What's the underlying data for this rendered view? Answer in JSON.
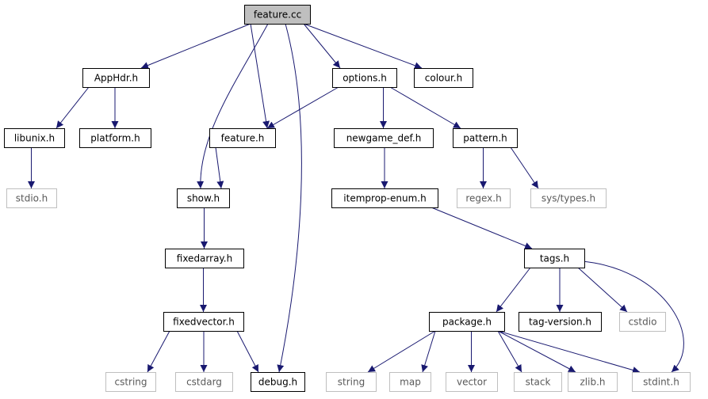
{
  "colors": {
    "edge": "#191970",
    "box_border_normal": "#000000",
    "box_border_external": "#bfbfbf",
    "text_normal": "#000000",
    "text_external": "#595959",
    "root_fill": "#bfbfbf",
    "node_fill": "#ffffff"
  },
  "nodes": [
    {
      "id": "feature_cc",
      "label": "feature.cc",
      "kind": "root"
    },
    {
      "id": "apphdr_h",
      "label": "AppHdr.h",
      "kind": "normal"
    },
    {
      "id": "options_h",
      "label": "options.h",
      "kind": "normal"
    },
    {
      "id": "colour_h",
      "label": "colour.h",
      "kind": "normal"
    },
    {
      "id": "libunix_h",
      "label": "libunix.h",
      "kind": "normal"
    },
    {
      "id": "platform_h",
      "label": "platform.h",
      "kind": "normal"
    },
    {
      "id": "feature_h",
      "label": "feature.h",
      "kind": "normal"
    },
    {
      "id": "newgame_def_h",
      "label": "newgame_def.h",
      "kind": "normal"
    },
    {
      "id": "pattern_h",
      "label": "pattern.h",
      "kind": "normal"
    },
    {
      "id": "stdio_h",
      "label": "stdio.h",
      "kind": "external"
    },
    {
      "id": "show_h",
      "label": "show.h",
      "kind": "normal"
    },
    {
      "id": "itemprop_enum_h",
      "label": "itemprop-enum.h",
      "kind": "normal"
    },
    {
      "id": "regex_h",
      "label": "regex.h",
      "kind": "external"
    },
    {
      "id": "sys_types_h",
      "label": "sys/types.h",
      "kind": "external"
    },
    {
      "id": "fixedarray_h",
      "label": "fixedarray.h",
      "kind": "normal"
    },
    {
      "id": "tags_h",
      "label": "tags.h",
      "kind": "normal"
    },
    {
      "id": "fixedvector_h",
      "label": "fixedvector.h",
      "kind": "normal"
    },
    {
      "id": "package_h",
      "label": "package.h",
      "kind": "normal"
    },
    {
      "id": "tag_version_h",
      "label": "tag-version.h",
      "kind": "normal"
    },
    {
      "id": "cstdio",
      "label": "cstdio",
      "kind": "external"
    },
    {
      "id": "cstring",
      "label": "cstring",
      "kind": "external"
    },
    {
      "id": "cstdarg",
      "label": "cstdarg",
      "kind": "external"
    },
    {
      "id": "debug_h",
      "label": "debug.h",
      "kind": "normal"
    },
    {
      "id": "string",
      "label": "string",
      "kind": "external"
    },
    {
      "id": "map",
      "label": "map",
      "kind": "external"
    },
    {
      "id": "vector",
      "label": "vector",
      "kind": "external"
    },
    {
      "id": "stack",
      "label": "stack",
      "kind": "external"
    },
    {
      "id": "zlib_h",
      "label": "zlib.h",
      "kind": "external"
    },
    {
      "id": "stdint_h",
      "label": "stdint.h",
      "kind": "external"
    }
  ],
  "edges": [
    {
      "from": "feature_cc",
      "to": "apphdr_h"
    },
    {
      "from": "feature_cc",
      "to": "show_h"
    },
    {
      "from": "feature_cc",
      "to": "feature_h"
    },
    {
      "from": "feature_cc",
      "to": "debug_h"
    },
    {
      "from": "feature_cc",
      "to": "options_h"
    },
    {
      "from": "feature_cc",
      "to": "colour_h"
    },
    {
      "from": "apphdr_h",
      "to": "libunix_h"
    },
    {
      "from": "apphdr_h",
      "to": "platform_h"
    },
    {
      "from": "libunix_h",
      "to": "stdio_h"
    },
    {
      "from": "options_h",
      "to": "feature_h"
    },
    {
      "from": "options_h",
      "to": "newgame_def_h"
    },
    {
      "from": "options_h",
      "to": "pattern_h"
    },
    {
      "from": "feature_h",
      "to": "show_h"
    },
    {
      "from": "newgame_def_h",
      "to": "itemprop_enum_h"
    },
    {
      "from": "pattern_h",
      "to": "regex_h"
    },
    {
      "from": "pattern_h",
      "to": "sys_types_h"
    },
    {
      "from": "show_h",
      "to": "fixedarray_h"
    },
    {
      "from": "fixedarray_h",
      "to": "fixedvector_h"
    },
    {
      "from": "itemprop_enum_h",
      "to": "tags_h"
    },
    {
      "from": "tags_h",
      "to": "package_h"
    },
    {
      "from": "tags_h",
      "to": "tag_version_h"
    },
    {
      "from": "tags_h",
      "to": "cstdio"
    },
    {
      "from": "tags_h",
      "to": "stdint_h"
    },
    {
      "from": "fixedvector_h",
      "to": "cstring"
    },
    {
      "from": "fixedvector_h",
      "to": "cstdarg"
    },
    {
      "from": "fixedvector_h",
      "to": "debug_h"
    },
    {
      "from": "package_h",
      "to": "string"
    },
    {
      "from": "package_h",
      "to": "map"
    },
    {
      "from": "package_h",
      "to": "vector"
    },
    {
      "from": "package_h",
      "to": "stack"
    },
    {
      "from": "package_h",
      "to": "zlib_h"
    },
    {
      "from": "package_h",
      "to": "stdint_h"
    }
  ]
}
